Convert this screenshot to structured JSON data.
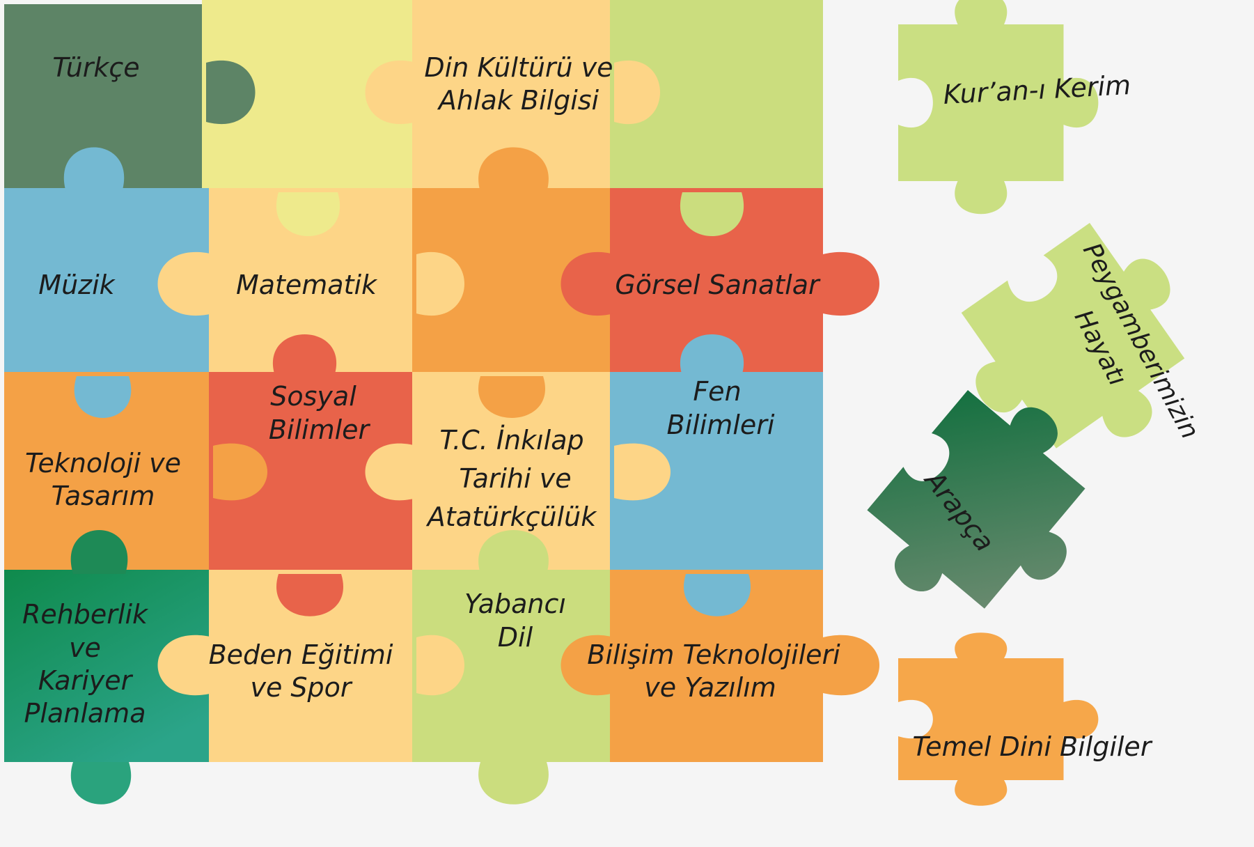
{
  "colors": {
    "dark_green": "#5d8466",
    "yellow": "#eeea8c",
    "light_orange": "#fdd587",
    "lime": "#cbdd7e",
    "blue": "#74b9d2",
    "orange": "#f4a146",
    "red": "#e8634a",
    "green": "#1e8a56",
    "loose_lime": "#cadf82",
    "arabic_green": "#4a7c59",
    "loose_orange": "#f6a74a"
  },
  "subjects": {
    "turkce": "Türkçe",
    "din_1": "Din Kültürü ve",
    "din_2": "Ahlak Bilgisi",
    "muzik": "Müzik",
    "matematik": "Matematik",
    "gorsel": "Görsel Sanatlar",
    "sosyal_1": "Sosyal",
    "sosyal_2": "Bilimler",
    "fen_1": "Fen",
    "fen_2": "Bilimleri",
    "inkilap_1": "T.C. İnkılap",
    "inkilap_2": "Tarihi ve",
    "inkilap_3": "Atatürkçülük",
    "teknoloji_1": "Teknoloji ve",
    "teknoloji_2": "Tasarım",
    "rehberlik_1": "Rehberlik",
    "rehberlik_2": "ve",
    "rehberlik_3": "Kariyer",
    "rehberlik_4": "Planlama",
    "beden_1": "Beden Eğitimi",
    "beden_2": "ve Spor",
    "yabanci_1": "Yabancı",
    "yabanci_2": "Dil",
    "bilisim_1": "Bilişim Teknolojileri",
    "bilisim_2": "ve Yazılım",
    "kuran": "Kur’an-ı Kerim",
    "peygamber_1": "Peygamberimizin",
    "peygamber_2": "Hayatı",
    "arapca": "Arapça",
    "temel_dini": "Temel Dini Bilgiler"
  }
}
